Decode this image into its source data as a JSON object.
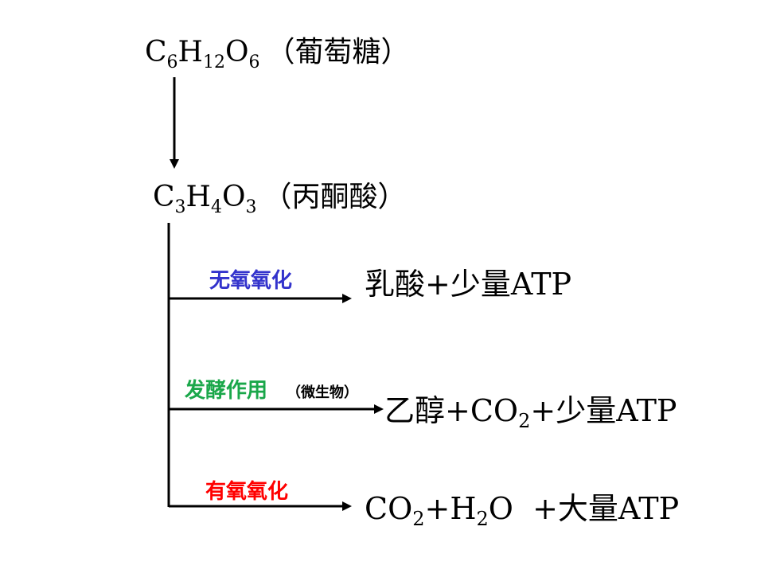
{
  "glucose": {
    "c": "C",
    "c_n": "6",
    "h": "H",
    "h_n": "12",
    "o": "O",
    "o_n": "6",
    "name": "（葡萄糖）"
  },
  "pyruvate": {
    "c": "C",
    "c_n": "3",
    "h": "H",
    "h_n": "4",
    "o": "O",
    "o_n": "3",
    "name": "（丙酮酸）"
  },
  "branches": [
    {
      "label": "无氧氧化",
      "label_color": "#3333cc",
      "product": "乳酸+少量ATP"
    },
    {
      "label": "发酵作用",
      "note": "（微生物）",
      "label_color": "#1aa74a",
      "product_a": "乙醇+CO",
      "product_sub": "2",
      "product_b": "+少量ATP"
    },
    {
      "label": "有氧氧化",
      "label_color": "#ff0000",
      "product_a": "CO",
      "product_sub1": "2",
      "product_b": "+H",
      "product_sub2": "2",
      "product_c": "O  +大量ATP"
    }
  ]
}
